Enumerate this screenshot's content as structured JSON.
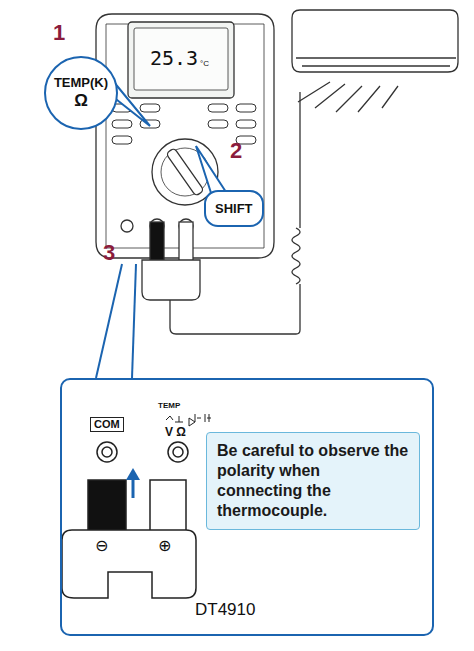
{
  "diagram": {
    "nodes": [
      {
        "text": [
          "TEMP(K)",
          "Ω"
        ]
      },
      {
        "text": [
          "SHIFT"
        ]
      },
      {
        "text": [
          "DT4910"
        ]
      },
      {
        "text": [
          "COM"
        ],
        "in": 2
      },
      {
        "text": [
          "Be careful to observe the polarity when connecting the thermocouple."
        ],
        "in": 2
      }
    ],
    "labels": [
      "1",
      "2",
      "3",
      "25.3",
      "°C",
      "TEMP",
      "V Ω",
      "⊖",
      "⊕"
    ]
  }
}
